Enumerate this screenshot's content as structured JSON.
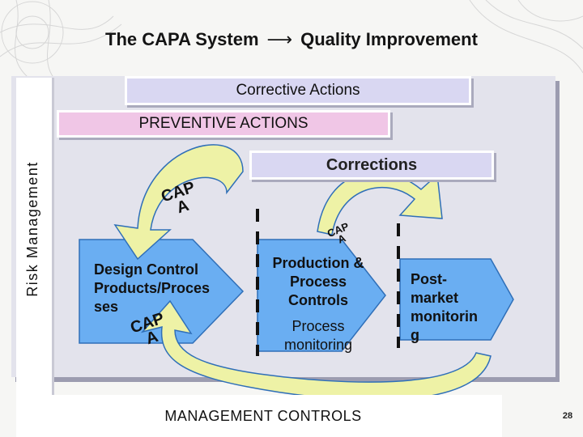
{
  "title": {
    "left": "The CAPA System",
    "arrow": "⟶",
    "right": "Quality Improvement"
  },
  "labels": {
    "corrective_actions": "Corrective Actions",
    "preventive_actions": "PREVENTIVE ACTIONS",
    "corrections": "Corrections",
    "risk_management": "Risk Management",
    "management_controls": "MANAGEMENT CONTROLS"
  },
  "stages": {
    "design": {
      "line1": "Design Control",
      "line2": "Products/Proces",
      "line3": "ses"
    },
    "production": {
      "line1": "Production &",
      "line2": "Process",
      "line3": "Controls"
    },
    "monitoring": {
      "line1": "Process",
      "line2": "monitoring"
    },
    "postmarket": {
      "line1": "Post-",
      "line2": "market",
      "line3": "monitorin",
      "line4": "g"
    }
  },
  "capa": {
    "top": "CAP",
    "bottom": "A"
  },
  "page_number": "28",
  "colors": {
    "panel": "#e3e3ec",
    "lavender_box": "#d9d7f2",
    "pink_box": "#f0c6e6",
    "arrow_fill": "#6aaef2",
    "arrow_stroke": "#2f6fb8",
    "curved_arrow": "#eef2a6"
  },
  "icons": {
    "title_arrow": "right-arrow-icon",
    "flow": "chevron-arrow-icon",
    "cycle": "curved-arrow-icon"
  }
}
